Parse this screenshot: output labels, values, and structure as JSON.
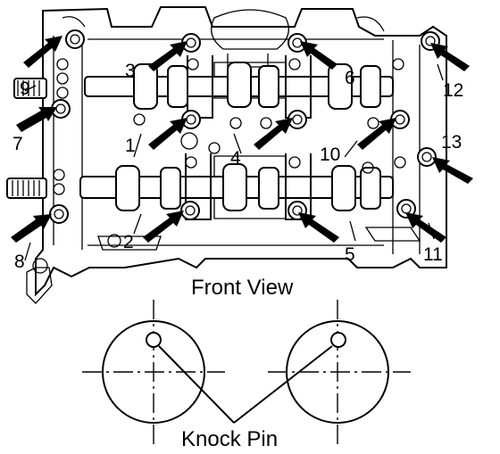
{
  "diagram": {
    "caption": "Front View",
    "knock_pin_label": "Knock Pin",
    "bolt_numbers": [
      "1",
      "2",
      "3",
      "4",
      "5",
      "6",
      "7",
      "8",
      "9",
      "10",
      "11",
      "12",
      "13"
    ],
    "colors": {
      "line": "#000000",
      "background": "#ffffff"
    }
  }
}
